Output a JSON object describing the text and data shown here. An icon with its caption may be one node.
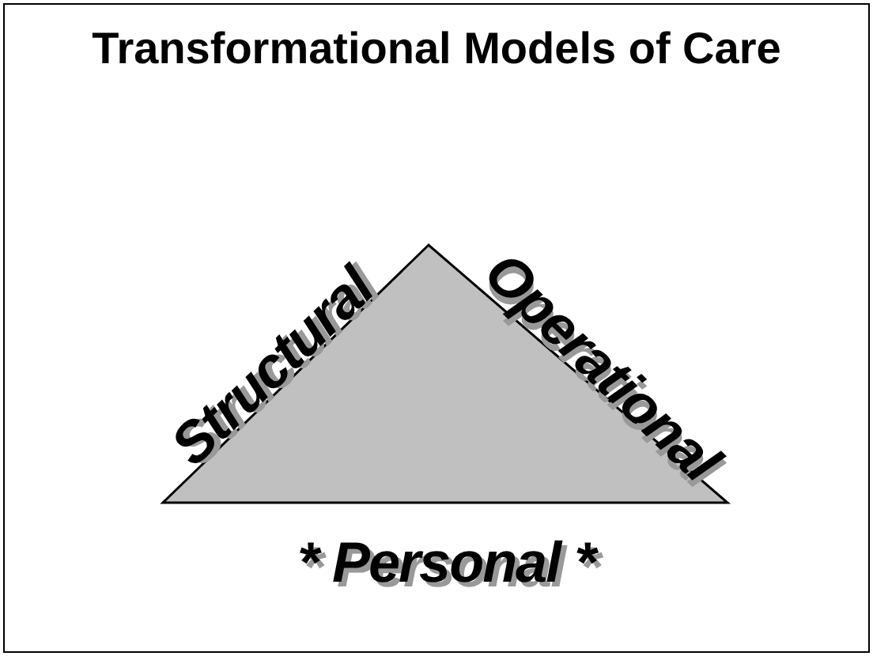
{
  "diagram": {
    "title": "Transformational Models of Care",
    "labels": [
      "Structural",
      "Operational",
      "* Personal *"
    ]
  }
}
